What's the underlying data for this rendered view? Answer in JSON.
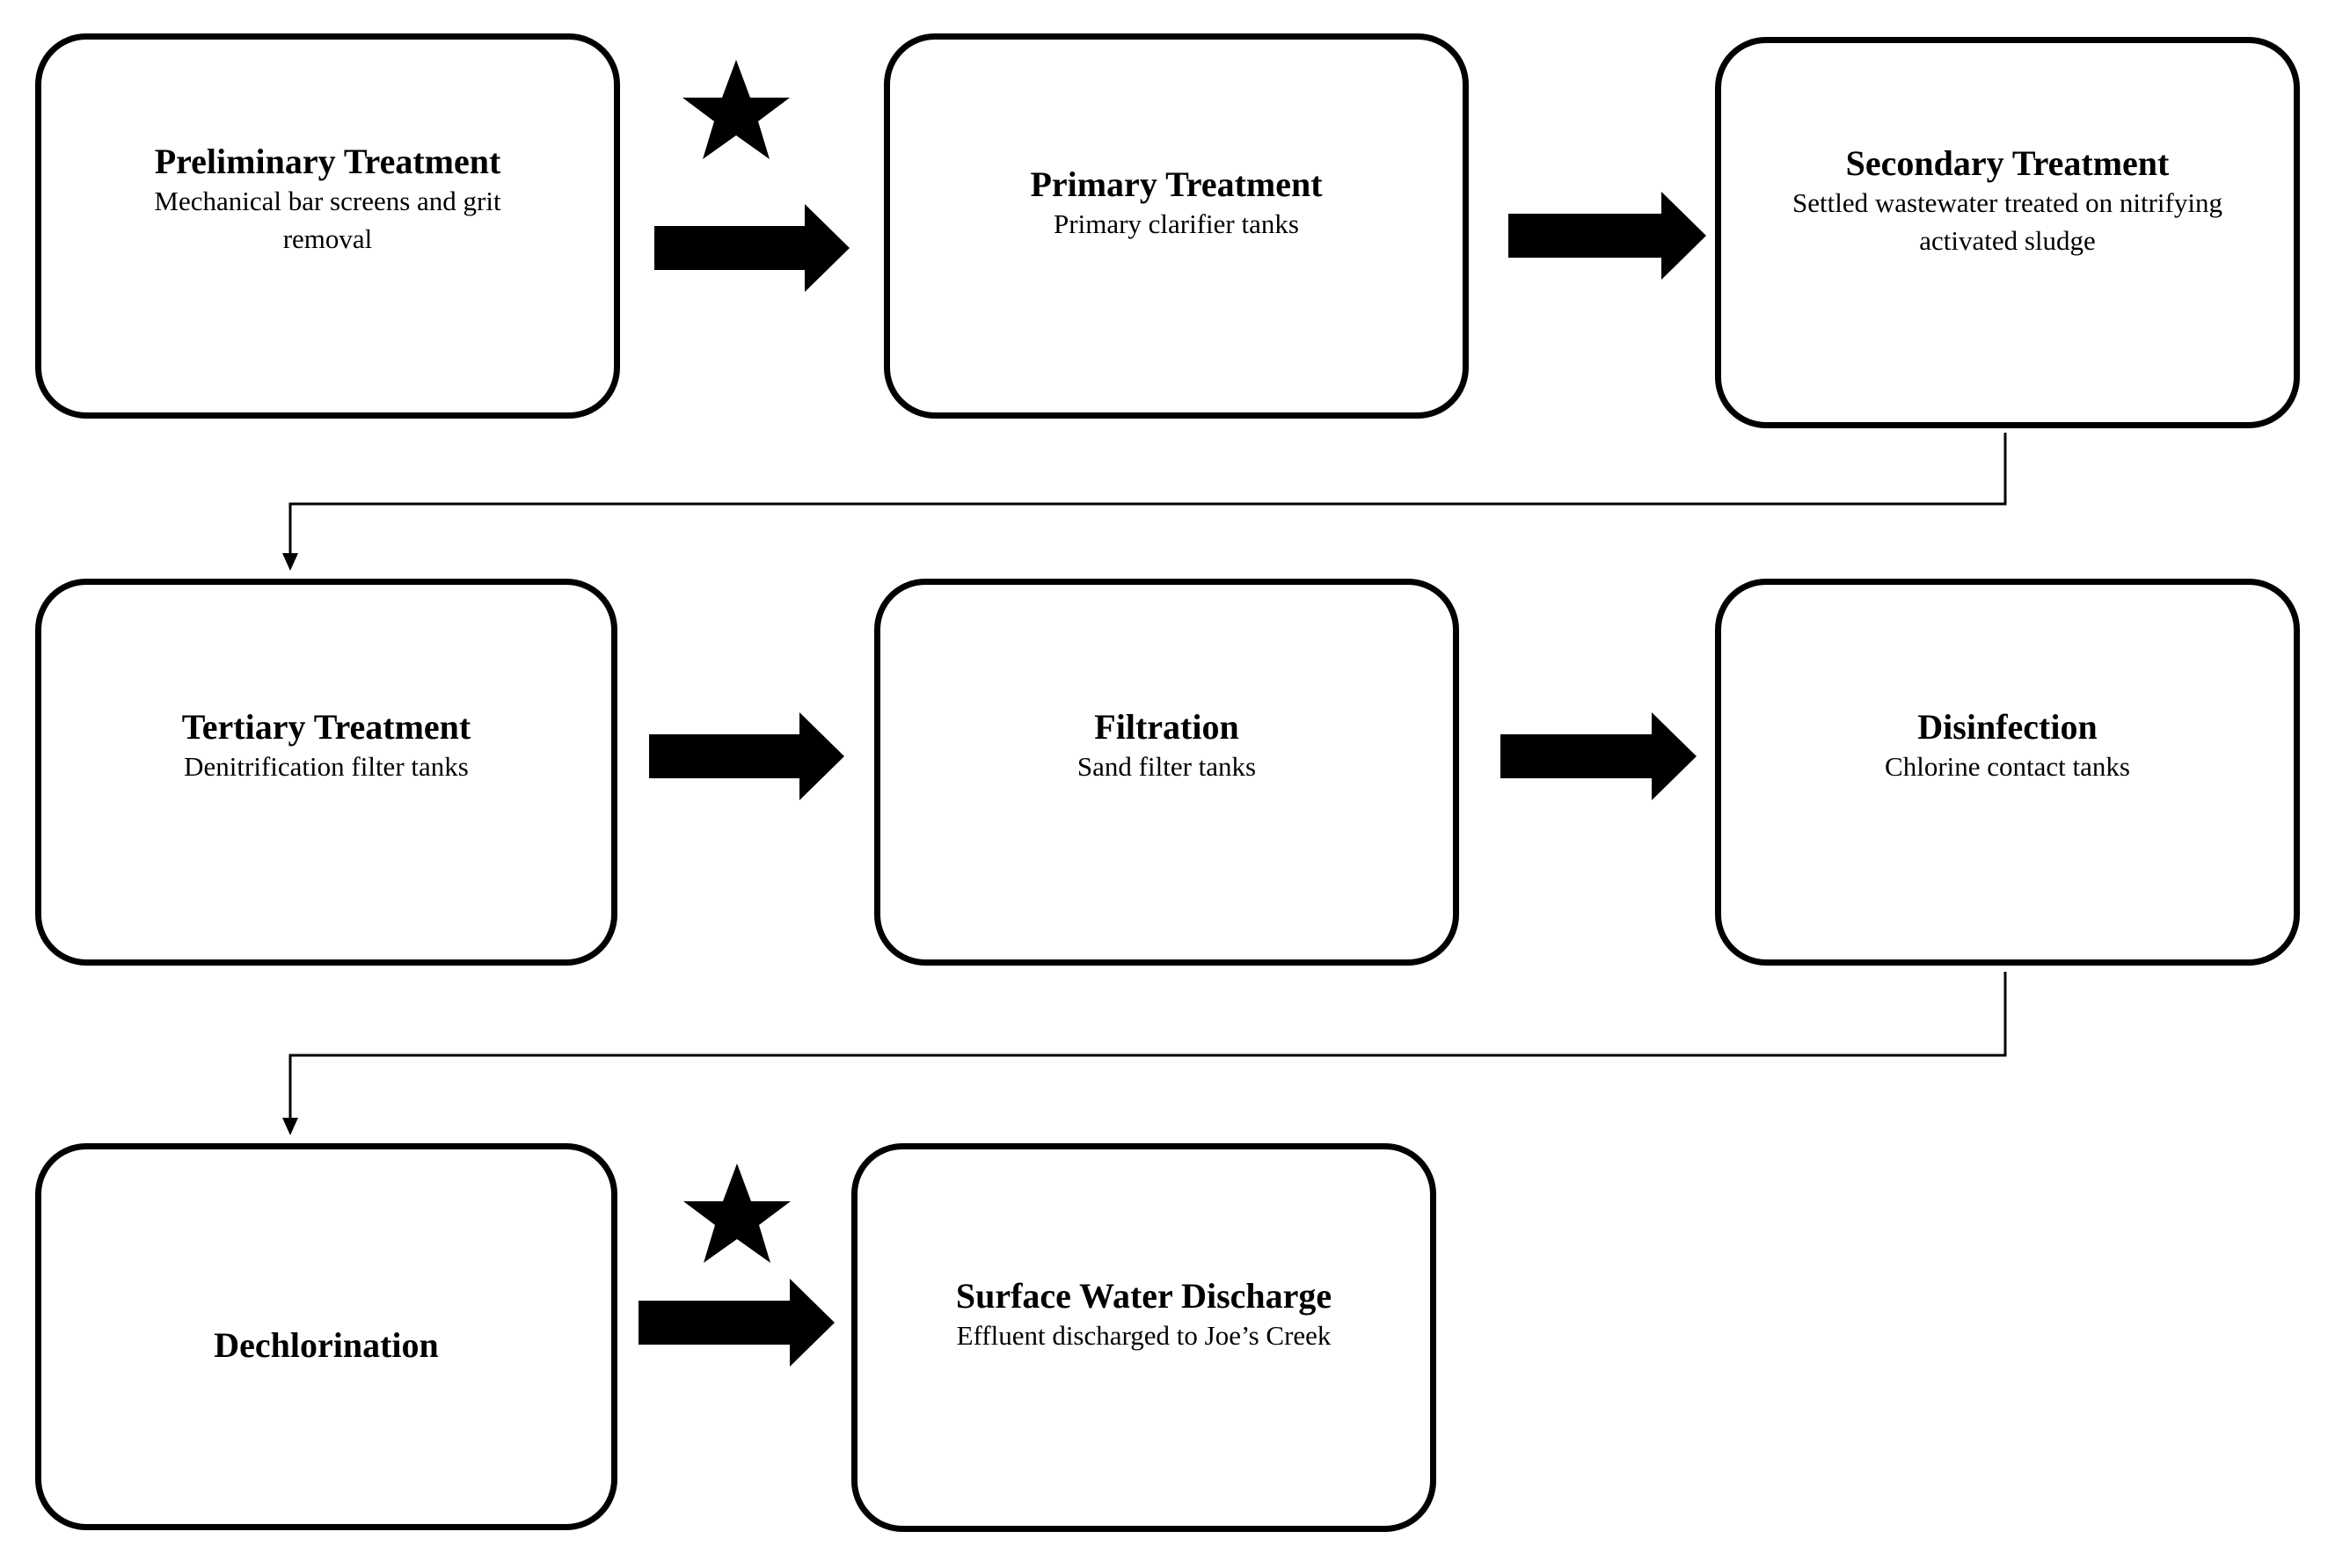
{
  "nodes": {
    "preliminary": {
      "title": "Preliminary Treatment",
      "desc": "Mechanical bar screens and grit removal"
    },
    "primary": {
      "title": "Primary Treatment",
      "desc": "Primary clarifier  tanks"
    },
    "secondary": {
      "title": "Secondary Treatment",
      "desc": "Settled wastewater treated on nitrifying activated sludge"
    },
    "tertiary": {
      "title": "Tertiary Treatment",
      "desc": "Denitrification filter tanks"
    },
    "filtration": {
      "title": "Filtration",
      "desc": "Sand filter tanks"
    },
    "disinfection": {
      "title": "Disinfection",
      "desc": "Chlorine contact tanks"
    },
    "dechlorination": {
      "title": "Dechlorination"
    },
    "discharge": {
      "title": "Surface Water Discharge",
      "desc": "Effluent discharged  to Joe’s Creek"
    }
  },
  "edges": [
    {
      "from": "preliminary",
      "to": "primary",
      "style": "block-arrow",
      "starred": true
    },
    {
      "from": "primary",
      "to": "secondary",
      "style": "block-arrow",
      "starred": false
    },
    {
      "from": "secondary",
      "to": "tertiary",
      "style": "elbow-connector",
      "starred": false
    },
    {
      "from": "tertiary",
      "to": "filtration",
      "style": "block-arrow",
      "starred": false
    },
    {
      "from": "filtration",
      "to": "disinfection",
      "style": "block-arrow",
      "starred": false
    },
    {
      "from": "disinfection",
      "to": "dechlorination",
      "style": "elbow-connector",
      "starred": false
    },
    {
      "from": "dechlorination",
      "to": "discharge",
      "style": "block-arrow",
      "starred": true
    }
  ],
  "colors": {
    "stroke": "#000000",
    "fill": "#ffffff"
  }
}
